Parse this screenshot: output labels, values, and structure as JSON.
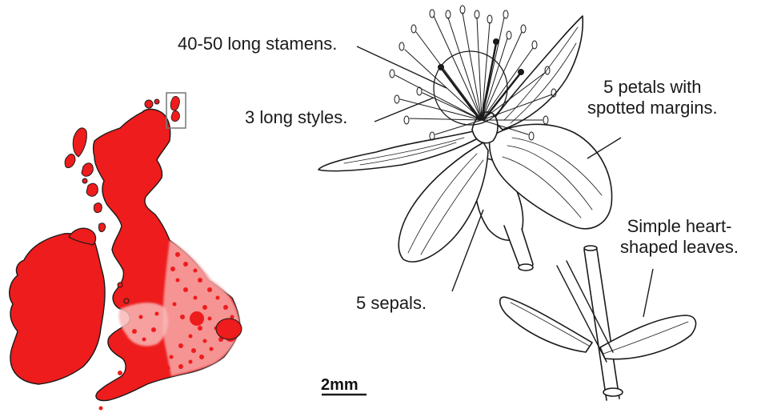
{
  "labels": {
    "stamens": "40-50 long stamens.",
    "styles": "3 long styles.",
    "petals_line1": "5 petals with",
    "petals_line2": "spotted margins.",
    "leaves_line1": "Simple heart-",
    "leaves_line2": "shaped leaves.",
    "sepals": "5 sepals."
  },
  "scale_bar": {
    "label": "2mm"
  },
  "colors": {
    "map_fill": "#ee1c1c",
    "map_fade": "#f7a0a0",
    "outline": "#1a1a1a",
    "inset_box": "#777777"
  }
}
